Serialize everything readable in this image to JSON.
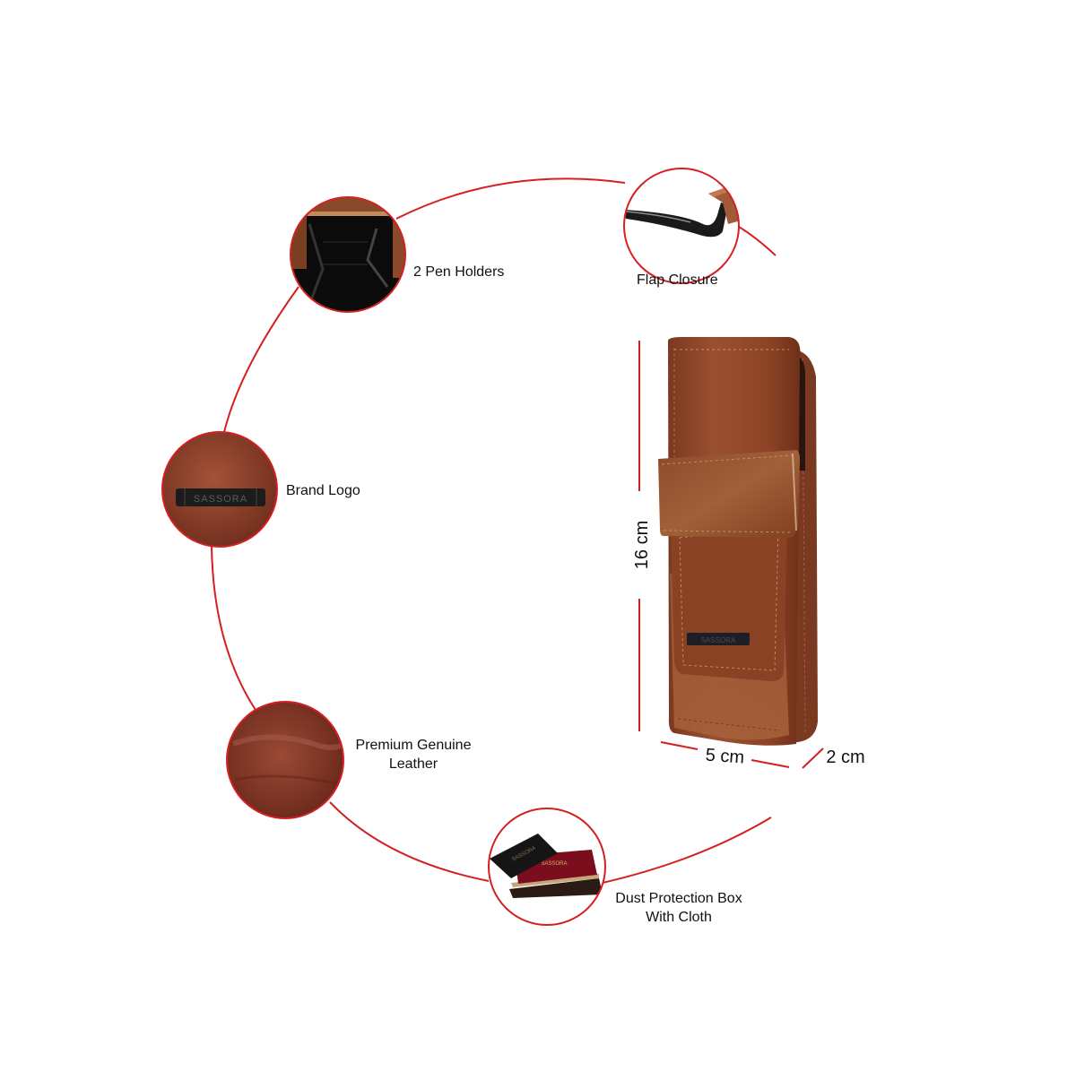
{
  "colors": {
    "accent_red": "#d42020",
    "leather_dark": "#6e2a1a",
    "leather_mid": "#8f4526",
    "leather_light": "#a8603a",
    "background": "#ffffff"
  },
  "features": [
    {
      "id": "pen-holders",
      "label": "2 Pen Holders",
      "image": "pen-holders-interior"
    },
    {
      "id": "flap-closure",
      "label": "Flap Closure",
      "image": "flap-closure-detail"
    },
    {
      "id": "brand-logo",
      "label": "Brand Logo",
      "image": "brand-logo-plate",
      "plate_text": "SASSORA"
    },
    {
      "id": "genuine-leather",
      "label_line1": "Premium Genuine",
      "label_line2": "Leather",
      "image": "leather-texture"
    },
    {
      "id": "dust-box",
      "label_line1": "Dust Protection Box",
      "label_line2": "With Cloth",
      "image": "gift-box-with-cloth"
    }
  ],
  "product": {
    "name": "leather pen pouch",
    "logo_text": "SASSORA",
    "dimensions": {
      "height": "16 cm",
      "width": "5 cm",
      "depth": "2 cm"
    }
  }
}
